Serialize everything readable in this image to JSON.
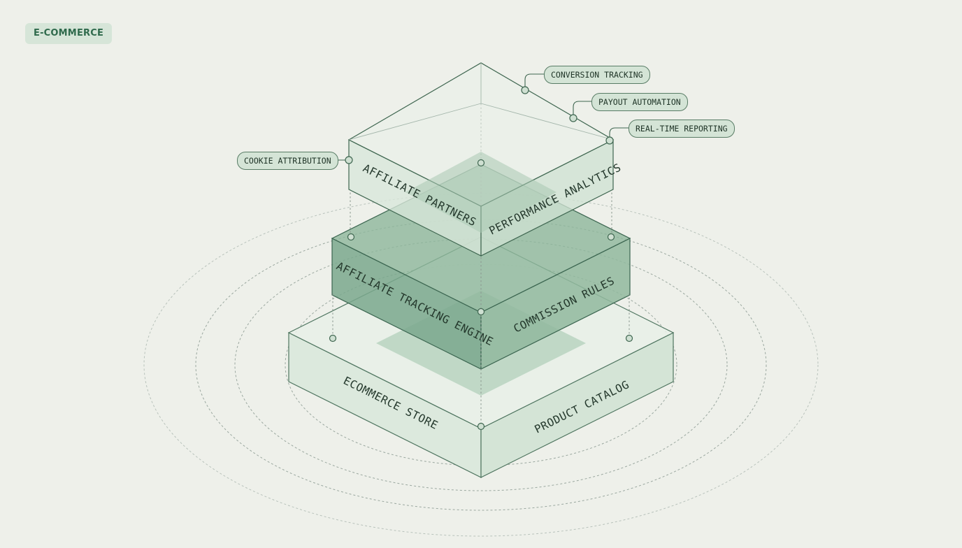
{
  "badge": "E-COMMERCE",
  "layers": {
    "top": {
      "left_label": "AFFILIATE PARTNERS",
      "right_label": "PERFORMANCE ANALYTICS"
    },
    "middle": {
      "left_label": "AFFILIATE TRACKING ENGINE",
      "right_label": "COMMISSION RULES"
    },
    "bottom": {
      "left_label": "ECOMMERCE STORE",
      "right_label": "PRODUCT CATALOG"
    }
  },
  "callouts": {
    "conversion": "CONVERSION TRACKING",
    "payout": "PAYOUT AUTOMATION",
    "reporting": "REAL-TIME REPORTING",
    "cookie": "COOKIE ATTRIBUTION"
  },
  "colors": {
    "background": "#eef0ea",
    "accent_dark": "#2f6a4c",
    "line": "#4f7560",
    "middle_layer": "#7aa88d",
    "pill": "#d4e4d6"
  }
}
